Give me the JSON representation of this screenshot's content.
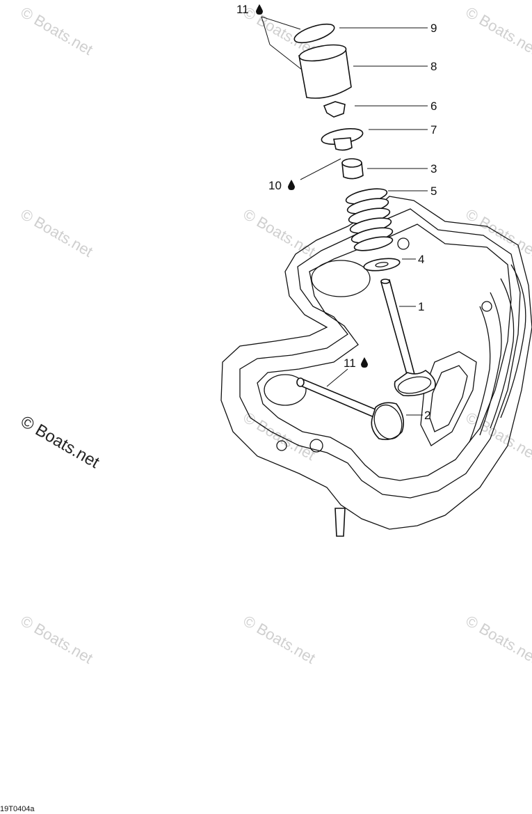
{
  "watermarks": {
    "small": "© Boats.net",
    "large": "© Boats.net"
  },
  "reference_code": "19T0404a",
  "callouts": [
    {
      "id": "9",
      "label": "9"
    },
    {
      "id": "8",
      "label": "8"
    },
    {
      "id": "6",
      "label": "6"
    },
    {
      "id": "7",
      "label": "7"
    },
    {
      "id": "3",
      "label": "3"
    },
    {
      "id": "5",
      "label": "5"
    },
    {
      "id": "4",
      "label": "4"
    },
    {
      "id": "1",
      "label": "1"
    },
    {
      "id": "2",
      "label": "2"
    }
  ],
  "lubrication_callouts": [
    {
      "id": "11-top",
      "label": "11"
    },
    {
      "id": "10",
      "label": "10"
    },
    {
      "id": "11-mid",
      "label": "11"
    }
  ],
  "colors": {
    "line": "#111111",
    "watermark": "#cfcfcf",
    "background": "#ffffff"
  }
}
